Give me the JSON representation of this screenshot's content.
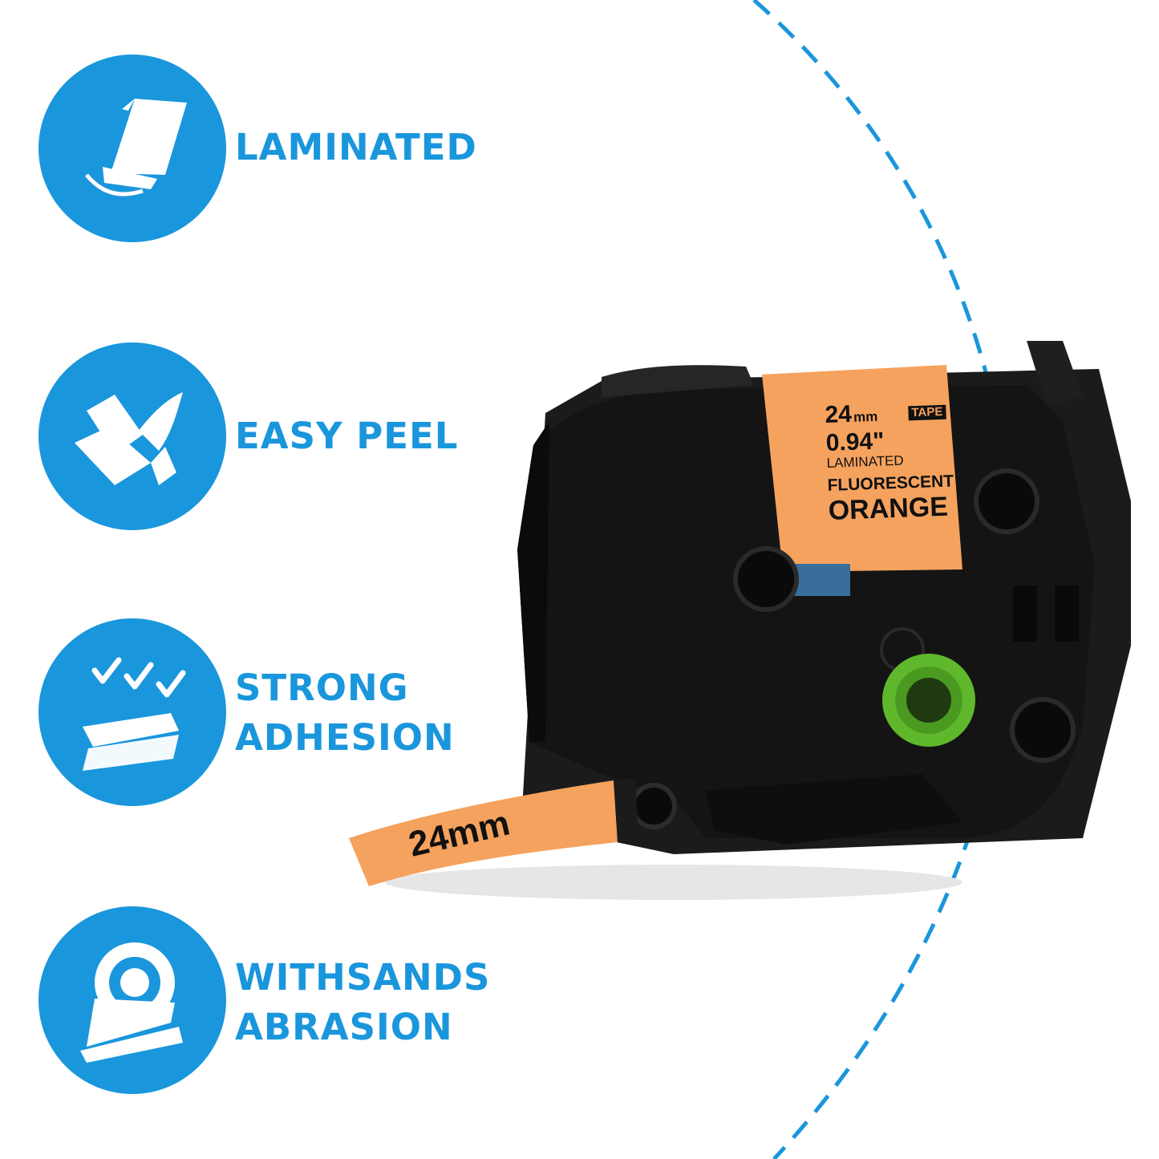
{
  "colors": {
    "accent": "#1a96dc",
    "cartridge": "#111111",
    "tape": "#f5a25e",
    "spool": "#5fb82c"
  },
  "features": [
    {
      "icon": "laminated-sheet-icon",
      "lines": [
        "LAMINATED"
      ]
    },
    {
      "icon": "peeling-label-icon",
      "lines": [
        "EASY PEEL"
      ]
    },
    {
      "icon": "checkmarks-adhesion-icon",
      "lines": [
        "STRONG",
        "ADHESION"
      ]
    },
    {
      "icon": "tape-roll-icon",
      "lines": [
        "WITHSANDS",
        "ABRASION"
      ]
    }
  ],
  "cartridge_label": {
    "width_mm": "24",
    "unit": "mm",
    "width_in": "0.94\"",
    "tag": "TAPE",
    "type": "LAMINATED",
    "color_line1": "FLUORESCENT",
    "color_line2": "ORANGE"
  },
  "tape_strip_text": "24mm"
}
